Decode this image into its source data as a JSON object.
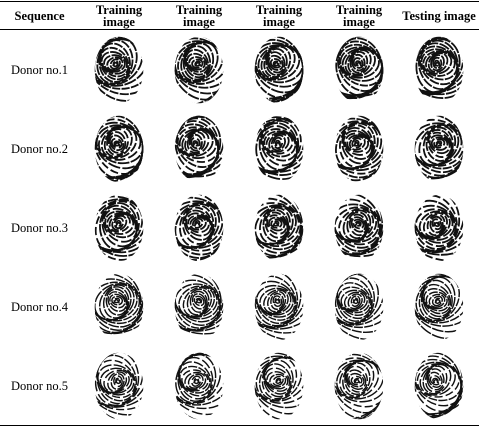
{
  "table": {
    "headers": [
      "Sequence",
      "Training image",
      "Training image",
      "Training image",
      "Training image",
      "Testing image"
    ],
    "rows": [
      {
        "label": "Donor no.1"
      },
      {
        "label": "Donor no.2"
      },
      {
        "label": "Donor no.3"
      },
      {
        "label": "Donor no.4"
      },
      {
        "label": "Donor no.5"
      }
    ],
    "image_icon": "fingerprint-icon"
  }
}
